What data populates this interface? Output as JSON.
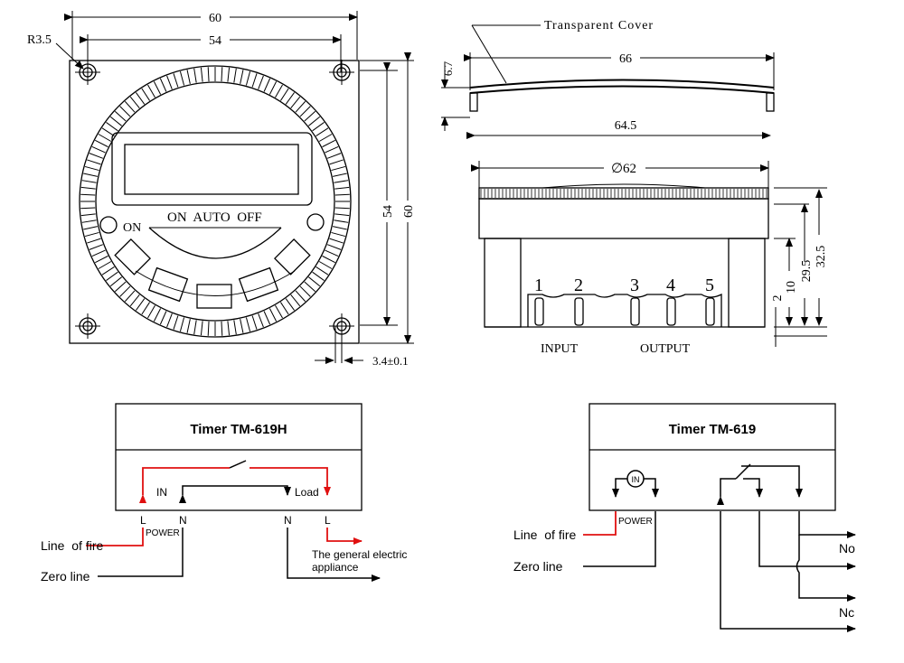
{
  "top_left": {
    "dim_width_outer": "60",
    "dim_width_inner": "54",
    "dim_height_inner": "54",
    "dim_height_outer": "60",
    "radius": "R3.5",
    "hole_tolerance": "3.4±0.1",
    "btn_on_left": "ON",
    "mode_labels": "ON  AUTO  OFF"
  },
  "top_right": {
    "cover_label": "Transparent Cover",
    "cover_height": "6.7",
    "cover_width": "66",
    "cover_inner": "64.5",
    "diameter": "∅62",
    "h_total": "32.5",
    "h_29": "29.5",
    "h_10": "10",
    "h_2": "2",
    "terminals": [
      "1",
      "2",
      "3",
      "4",
      "5"
    ],
    "input_label": "INPUT",
    "output_label": "OUTPUT"
  },
  "wiring_left": {
    "title": "Timer TM-619H",
    "in_label": "IN",
    "load_label": "Load",
    "t_L1": "L",
    "t_N1": "N",
    "t_N2": "N",
    "t_L2": "L",
    "power": "POWER",
    "line_of_fire": "Line  of fire",
    "zero_line": "Zero line",
    "appliance_1": "The general electric",
    "appliance_2": "appliance"
  },
  "wiring_right": {
    "title": "Timer TM-619",
    "in_symbol": "IN",
    "power": "POWER",
    "line_of_fire": "Line  of fire",
    "zero_line": "Zero line",
    "no": "No",
    "nc": "Nc"
  },
  "colors": {
    "live": "#e01010",
    "line": "#000000"
  }
}
